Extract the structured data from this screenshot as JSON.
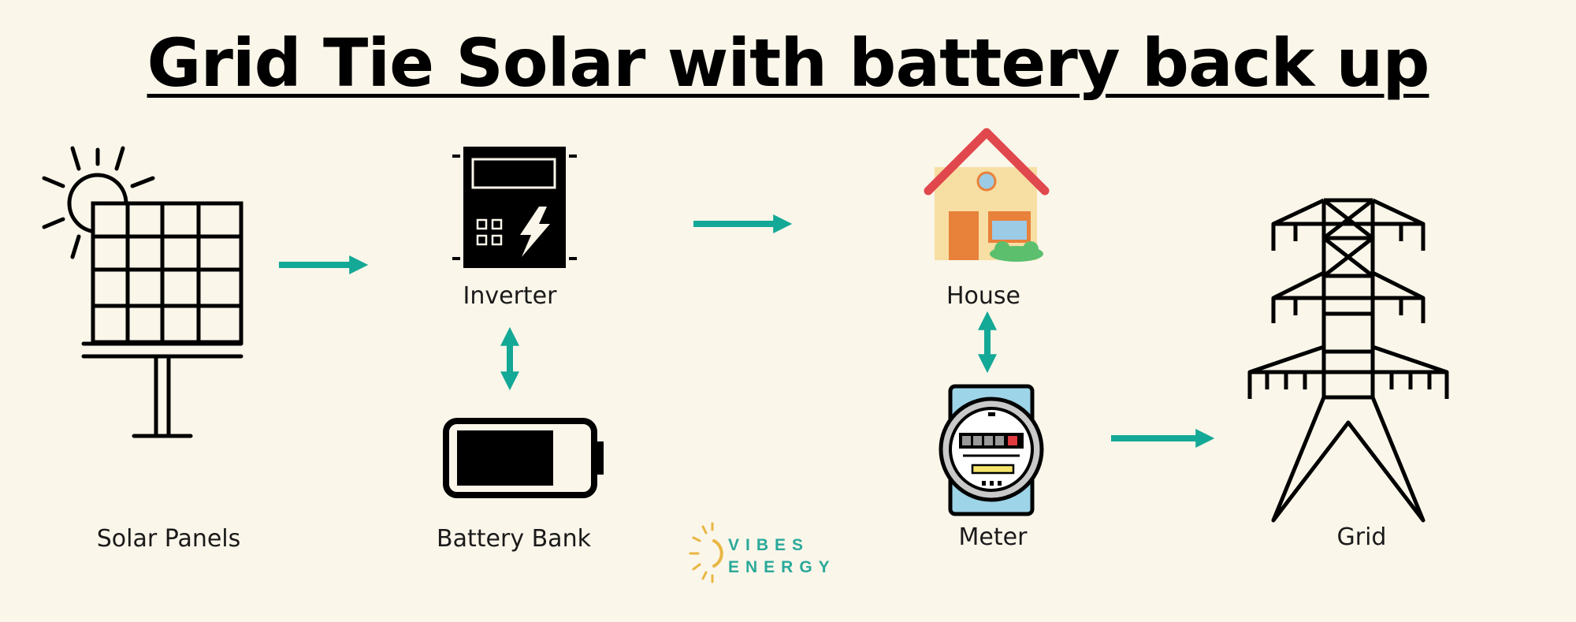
{
  "title": "Grid Tie Solar with battery back up",
  "nodes": {
    "solar_panels": "Solar Panels",
    "inverter": "Inverter",
    "battery_bank": "Battery Bank",
    "house": "House",
    "meter": "Meter",
    "grid": "Grid"
  },
  "logo": {
    "line1": "VIBES",
    "line2": "ENERGY"
  },
  "colors": {
    "background": "#fbf6ea",
    "arrow": "#14a896",
    "ink": "#000000"
  }
}
